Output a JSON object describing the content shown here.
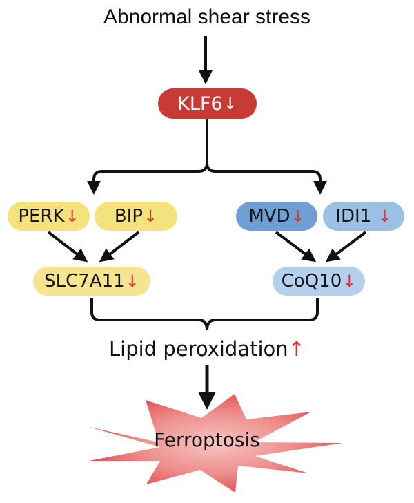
{
  "diagram": {
    "source": "Abnormal shear stress",
    "hub": {
      "label": "KLF6",
      "change": "↓",
      "color": "#c73a35"
    },
    "left_branch": {
      "upstream": [
        {
          "label": "PERK",
          "change": "↓"
        },
        {
          "label": "BIP",
          "change": "↓"
        }
      ],
      "target": {
        "label": "SLC7A11",
        "change": "↓"
      },
      "color": "#f4e27c"
    },
    "right_branch": {
      "upstream": [
        {
          "label": "MVD",
          "change": "↓"
        },
        {
          "label": "IDI1",
          "change": "↓"
        }
      ],
      "target": {
        "label": "CoQ10",
        "change": "↓"
      },
      "color": "#9cbfe4"
    },
    "convergence": {
      "label": "Lipid peroxidation",
      "change": "↑"
    },
    "outcome": {
      "label": "Ferroptosis",
      "color": "#e9595a"
    },
    "change_color": "#e0322b"
  }
}
